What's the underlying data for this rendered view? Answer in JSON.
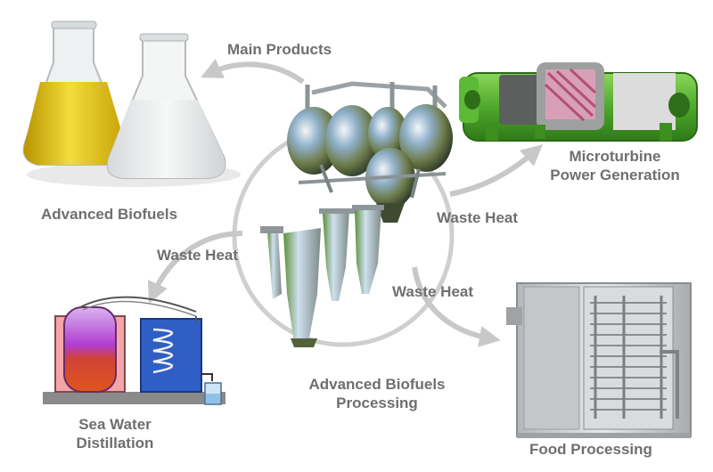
{
  "labels": {
    "main_products": "Main Products",
    "advanced_biofuels": "Advanced Biofuels",
    "microturbine_line1": "Microturbine",
    "microturbine_line2": "Power Generation",
    "waste_heat_right": "Waste Heat",
    "waste_heat_left": "Waste Heat",
    "waste_heat_bottom": "Waste Heat",
    "processing_line1": "Advanced Biofuels",
    "processing_line2": "Processing",
    "sea_water_line1": "Sea Water",
    "sea_water_line2": "Distillation",
    "food_processing": "Food Processing"
  },
  "colors": {
    "label_text": "#6f6f6f",
    "arrow": "#c8c8c8",
    "yellow_fuel": "#e0c21a",
    "turbine_green": "#5fb83a",
    "distill_red": "#e06a75",
    "distill_blue": "#2f5fc4",
    "steel": "#c9ccce"
  },
  "icons": [
    "flasks-icon",
    "reactor-icon",
    "microturbine-icon",
    "distillation-icon",
    "food-dryer-icon"
  ]
}
